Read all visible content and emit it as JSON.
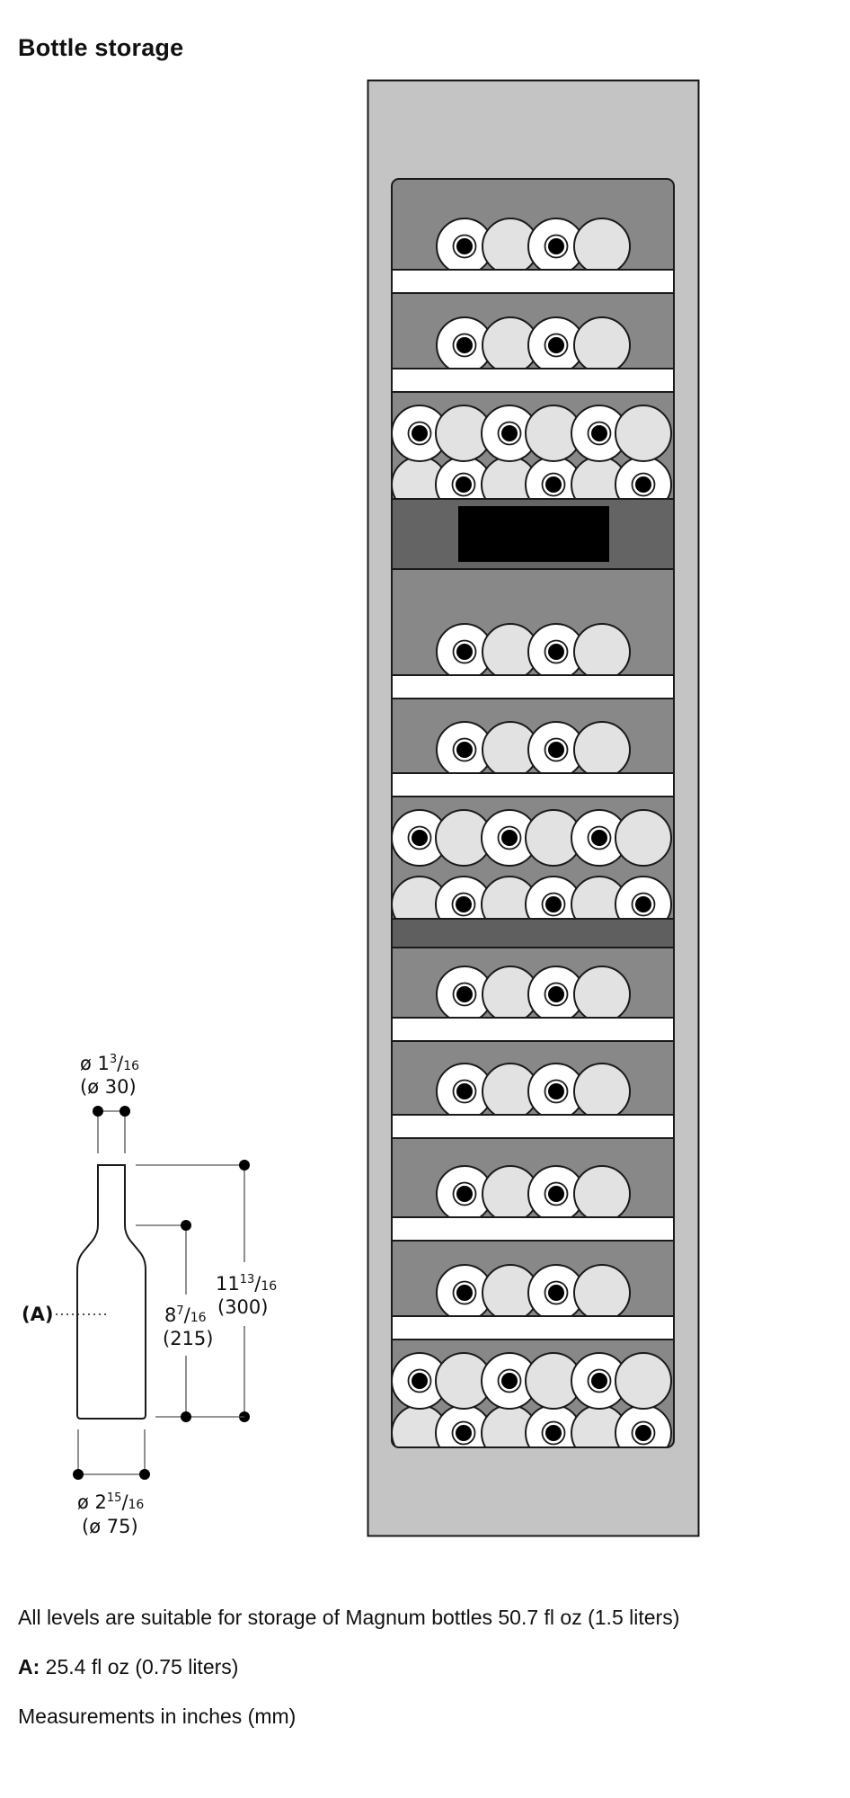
{
  "title": "Bottle storage",
  "colors": {
    "cabinet_frame": "#c4c4c4",
    "shelf_bg": "#888888",
    "rail": "#ffffff",
    "control_panel": "#646464",
    "divider_band": "#5f5f5f",
    "display": "#000000",
    "bottle_base": "#ffffff",
    "bottle_bottom": "#e2e2e2",
    "neck": "#000000",
    "outline": "#1a1a1a"
  },
  "cabinet": {
    "levels": [
      {
        "type": "single",
        "bottles": 4,
        "rail": true
      },
      {
        "type": "single",
        "bottles": 4,
        "rail": true
      },
      {
        "type": "double",
        "bottles": 12,
        "rail": false
      },
      {
        "type": "control-panel"
      },
      {
        "type": "single",
        "bottles": 4,
        "rail": true
      },
      {
        "type": "single",
        "bottles": 4,
        "rail": true
      },
      {
        "type": "double",
        "bottles": 12,
        "rail": false
      },
      {
        "type": "divider"
      },
      {
        "type": "single",
        "bottles": 4,
        "rail": true
      },
      {
        "type": "single",
        "bottles": 4,
        "rail": true
      },
      {
        "type": "single",
        "bottles": 4,
        "rail": true
      },
      {
        "type": "single",
        "bottles": 4,
        "rail": true
      },
      {
        "type": "double",
        "bottles": 12,
        "rail": false
      }
    ]
  },
  "bottle_dimensions": {
    "neck_diameter": {
      "inch_whole": "ø 1",
      "inch_num": "3",
      "inch_den": "16",
      "mm": "(ø 30)"
    },
    "base_diameter": {
      "inch_whole": "ø 2",
      "inch_num": "15",
      "inch_den": "16",
      "mm": "(ø 75)"
    },
    "shoulder_height": {
      "inch_whole": "8",
      "inch_num": "7",
      "inch_den": "16",
      "mm": "(215)"
    },
    "total_height": {
      "inch_whole": "11",
      "inch_num": "13",
      "inch_den": "16",
      "mm": "(300)"
    },
    "label_a": "(A)"
  },
  "notes": {
    "magnum": "All levels are suitable for storage of Magnum bottles 50.7 fl oz (1.5 liters)",
    "a_label": "A:",
    "a_value": "25.4 fl oz (0.75 liters)",
    "units": "Measurements in inches (mm)"
  }
}
